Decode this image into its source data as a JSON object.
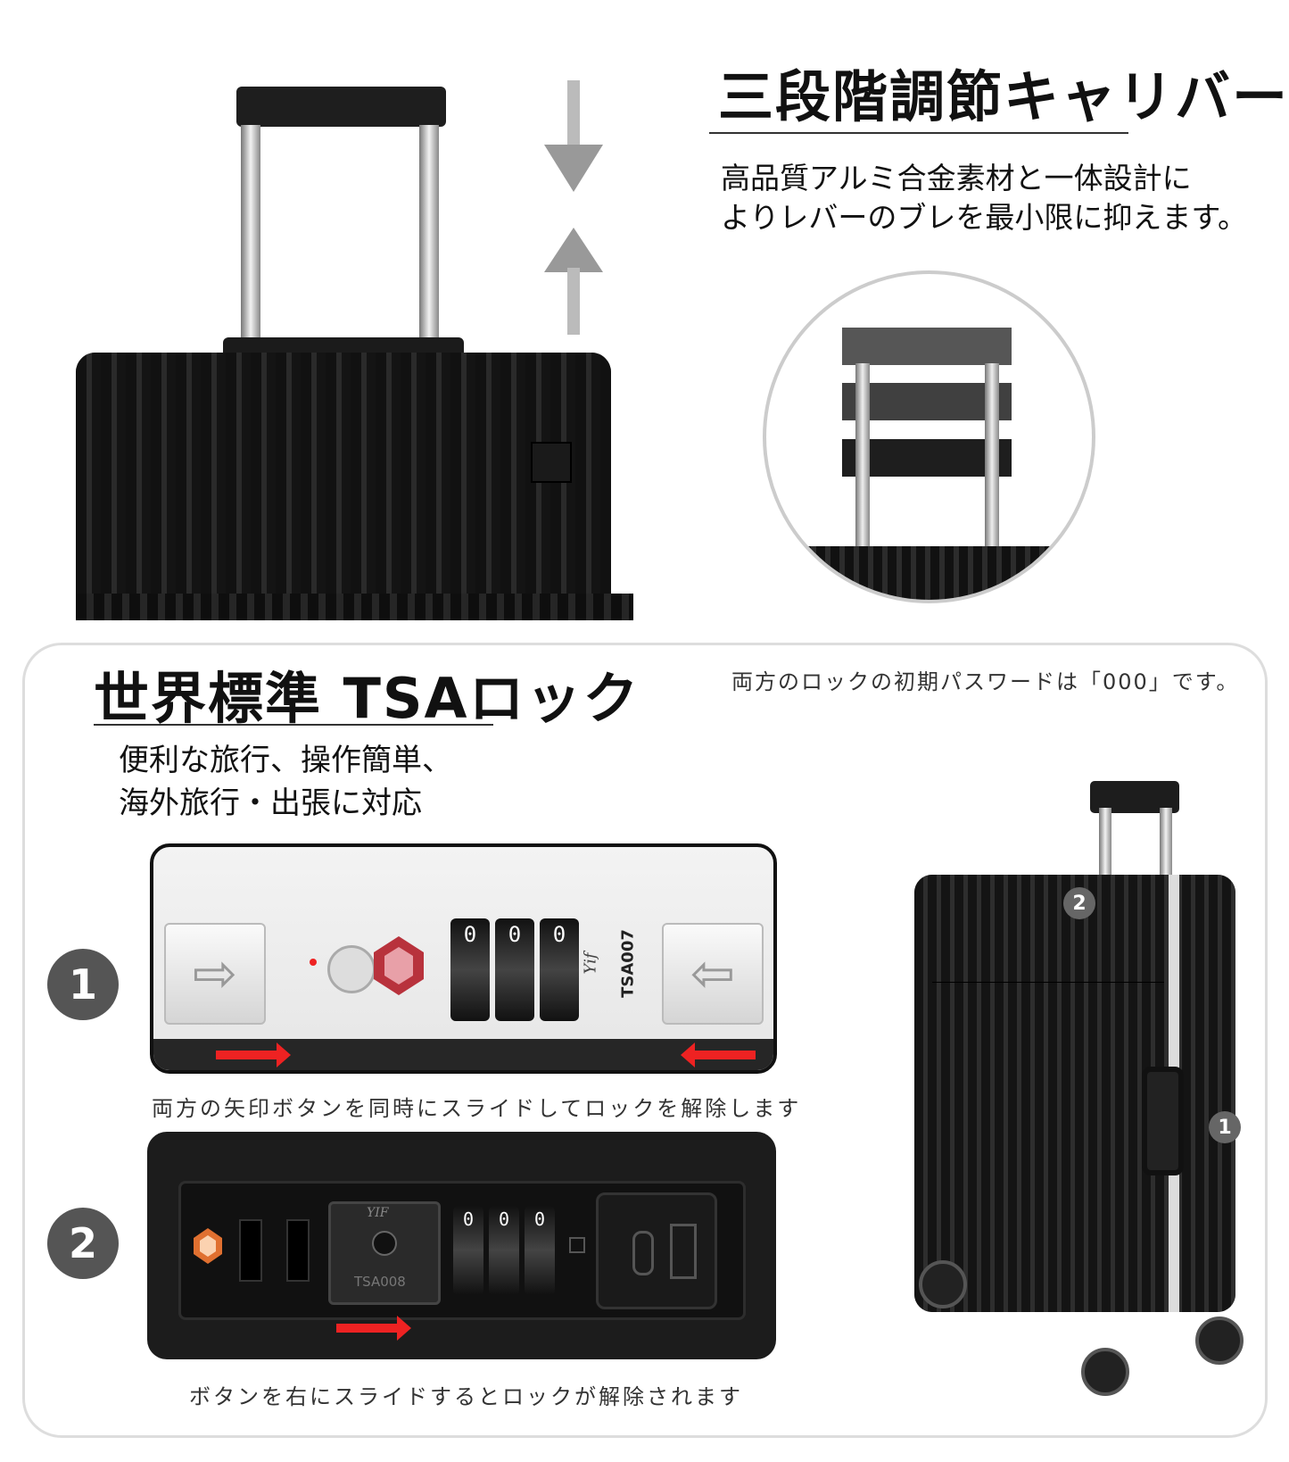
{
  "top": {
    "title": "三段階調節キャリバー",
    "description": "高品質アルミ合金素材と一体設計に\nよりレバーのブレを最小限に抑えます。"
  },
  "bottom": {
    "title": "世界標準 TSAロック",
    "description": "便利な旅行、操作簡単、\n海外旅行・出張に対応",
    "password_note": "両方のロックの初期パスワードは「000」です。",
    "steps": [
      {
        "badge": "1",
        "caption": "両方の矢印ボタンを同時にスライドしてロックを解除します"
      },
      {
        "badge": "2",
        "caption": "ボタンを右にスライドするとロックが解除されます"
      }
    ]
  },
  "lock1": {
    "brand": "Yif",
    "model": "TSA007",
    "dials": [
      "0",
      "0",
      "0"
    ]
  },
  "lock2": {
    "brand": "YIF",
    "model": "TSA008",
    "dials": [
      "0",
      "0",
      "0"
    ]
  },
  "suitcase_callouts": [
    "2",
    "1"
  ],
  "colors": {
    "case": "#161616",
    "accent_red": "#e22222",
    "badge": "#555555",
    "tsa_diamond": "#c0392b",
    "tsa_diamond_2": "#e07030"
  },
  "icons": {
    "arrow_down": "arrow-down-icon",
    "arrow_up": "arrow-up-icon",
    "slide_right": "slide-right-icon",
    "slide_left": "slide-left-icon",
    "tsa": "tsa-diamond-icon"
  }
}
